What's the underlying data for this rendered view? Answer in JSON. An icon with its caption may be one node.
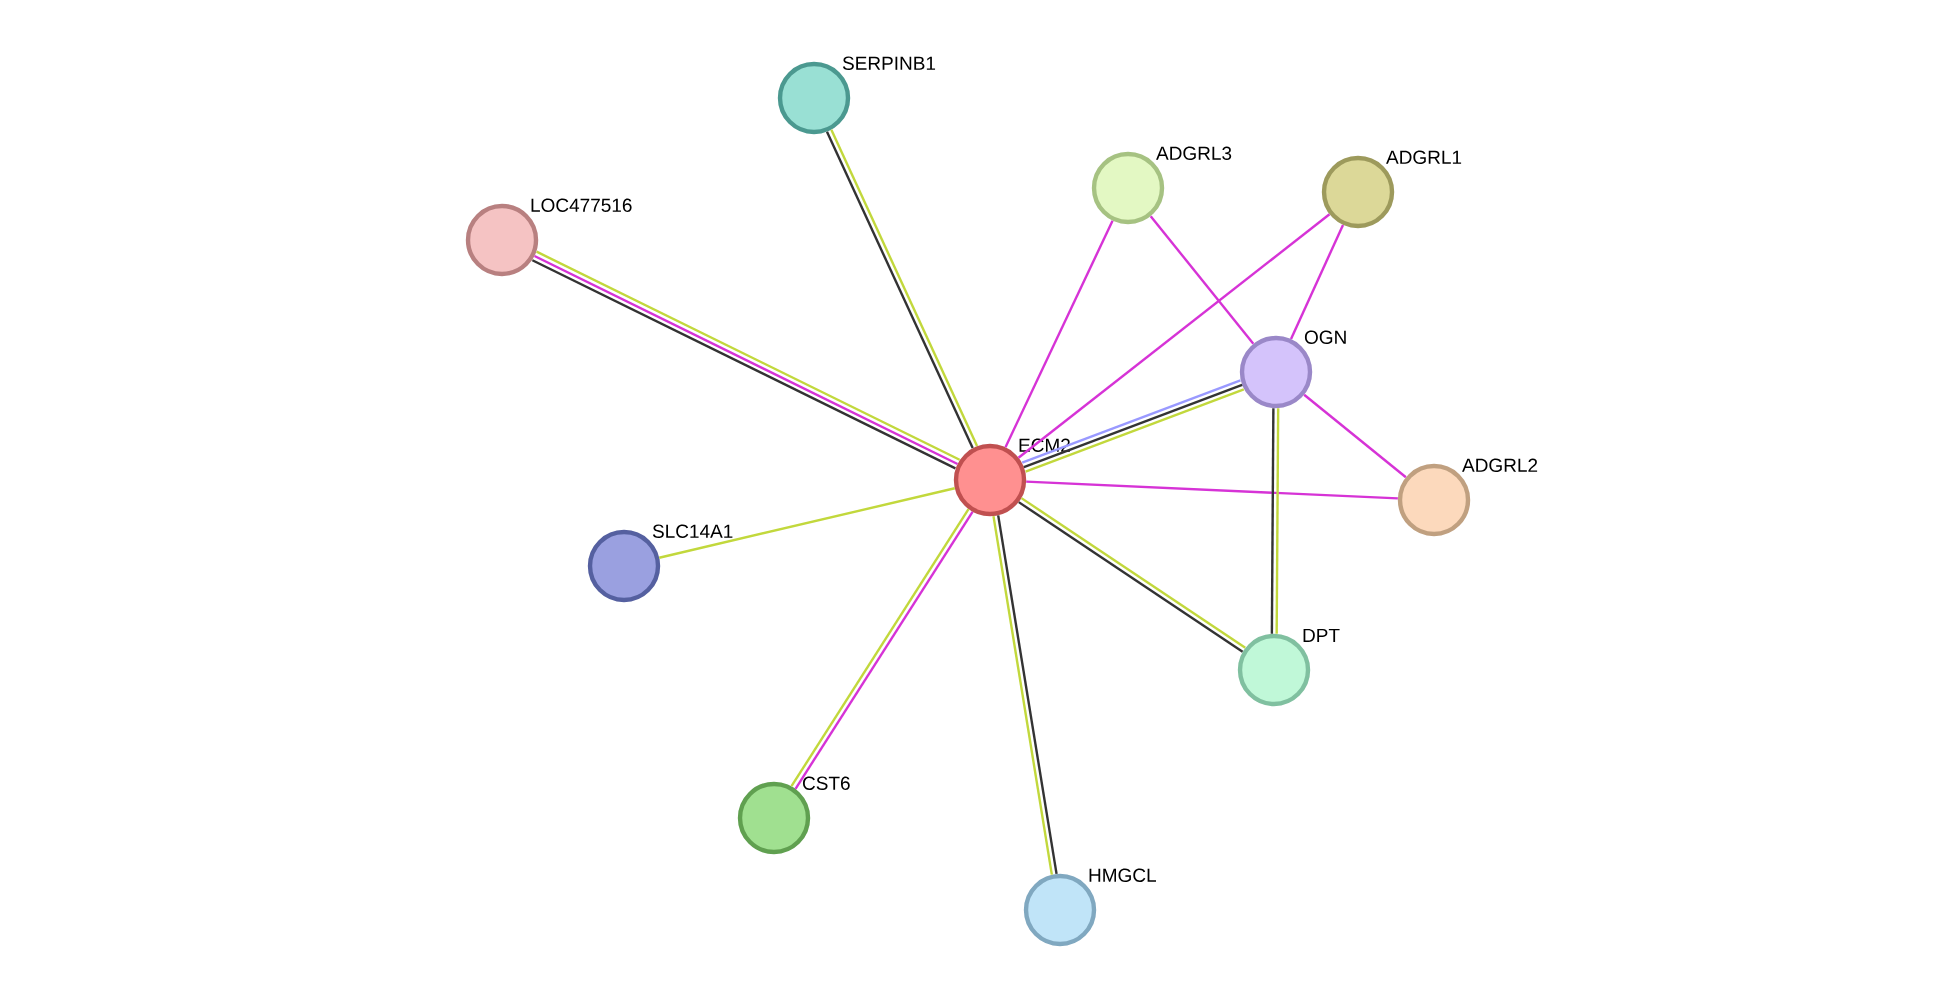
{
  "diagram": {
    "nodes": [
      {
        "text": [
          "SERPINB1"
        ]
      },
      {
        "text": [
          "LOC477516"
        ]
      },
      {
        "text": [
          "ADGRL3"
        ]
      },
      {
        "text": [
          "ADGRL1"
        ]
      },
      {
        "text": [
          "OGN"
        ]
      },
      {
        "text": [
          "ECM2"
        ]
      },
      {
        "text": [
          "ADGRL2"
        ]
      },
      {
        "text": [
          "SLC14A1"
        ]
      },
      {
        "text": [
          "DPT"
        ]
      },
      {
        "text": [
          "CST6"
        ]
      },
      {
        "text": [
          "HMGCL"
        ]
      }
    ],
    "edges": [
      {
        "from": 5,
        "to": 0,
        "arrow": "none",
        "color": "#333333"
      },
      {
        "from": 5,
        "to": 0,
        "arrow": "none",
        "color": "#c2d83c"
      },
      {
        "from": 5,
        "to": 1,
        "arrow": "none",
        "color": "#333333"
      },
      {
        "from": 5,
        "to": 1,
        "arrow": "none",
        "color": "#d633d6"
      },
      {
        "from": 5,
        "to": 1,
        "arrow": "none",
        "color": "#c2d83c"
      },
      {
        "from": 5,
        "to": 2,
        "arrow": "none",
        "color": "#d633d6"
      },
      {
        "from": 5,
        "to": 3,
        "arrow": "none",
        "color": "#d633d6"
      },
      {
        "from": 5,
        "to": 4,
        "arrow": "none",
        "color": "#9999ff"
      },
      {
        "from": 5,
        "to": 4,
        "arrow": "none",
        "color": "#333333"
      },
      {
        "from": 5,
        "to": 4,
        "arrow": "none",
        "color": "#c2d83c"
      },
      {
        "from": 5,
        "to": 6,
        "arrow": "none",
        "color": "#d633d6"
      },
      {
        "from": 5,
        "to": 7,
        "arrow": "none",
        "color": "#c2d83c"
      },
      {
        "from": 5,
        "to": 8,
        "arrow": "none",
        "color": "#333333"
      },
      {
        "from": 5,
        "to": 8,
        "arrow": "none",
        "color": "#c2d83c"
      },
      {
        "from": 5,
        "to": 9,
        "arrow": "none",
        "color": "#c2d83c"
      },
      {
        "from": 5,
        "to": 9,
        "arrow": "none",
        "color": "#d633d6"
      },
      {
        "from": 5,
        "to": 10,
        "arrow": "none",
        "color": "#c2d83c"
      },
      {
        "from": 5,
        "to": 10,
        "arrow": "none",
        "color": "#333333"
      },
      {
        "from": 2,
        "to": 4,
        "arrow": "none",
        "color": "#d633d6"
      },
      {
        "from": 3,
        "to": 4,
        "arrow": "none",
        "color": "#d633d6"
      },
      {
        "from": 4,
        "to": 6,
        "arrow": "none",
        "color": "#d633d6"
      },
      {
        "from": 4,
        "to": 8,
        "arrow": "none",
        "color": "#333333"
      },
      {
        "from": 4,
        "to": 8,
        "arrow": "none",
        "color": "#c2d83c"
      }
    ]
  }
}
